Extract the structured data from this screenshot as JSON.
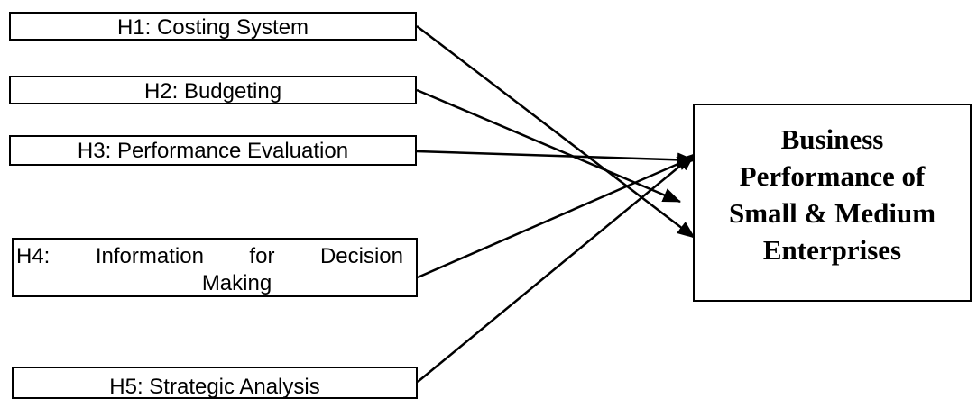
{
  "hypotheses": {
    "h1": "H1: Costing System",
    "h2": "H2: Budgeting",
    "h3": "H3: Performance Evaluation",
    "h4": {
      "label": "H4:",
      "word1": "Information",
      "word2": "for",
      "word3": "Decision",
      "line2": "Making"
    },
    "h5": "H5: Strategic Analysis"
  },
  "outcome": {
    "lines": [
      "Business",
      "Performance of",
      "Small & Medium",
      "Enterprises"
    ]
  },
  "colors": {
    "stroke": "#000000",
    "background": "#ffffff"
  }
}
